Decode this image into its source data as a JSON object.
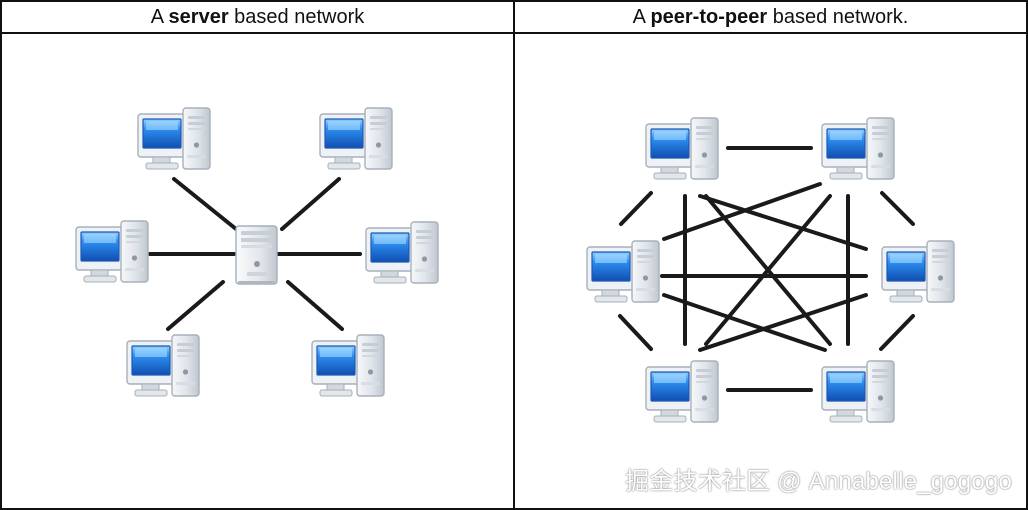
{
  "headers": {
    "left": {
      "prefix": "A ",
      "bold": "server",
      "suffix": " based network"
    },
    "right": {
      "prefix": "A ",
      "bold": "peer-to-peer",
      "suffix": " based network."
    }
  },
  "watermark": "掘金技术社区 @ Annabelle_gogogo",
  "icons": {
    "computer": "desktop-computer-icon",
    "server": "server-tower-icon"
  },
  "colors": {
    "border": "#111111",
    "connection": "#1a1a1a",
    "screen": "#1f73d8",
    "screen_highlight": "#7ec2ff",
    "case": "#d9dde2",
    "case_shadow": "#aeb6bf",
    "background": "#ffffff"
  }
}
